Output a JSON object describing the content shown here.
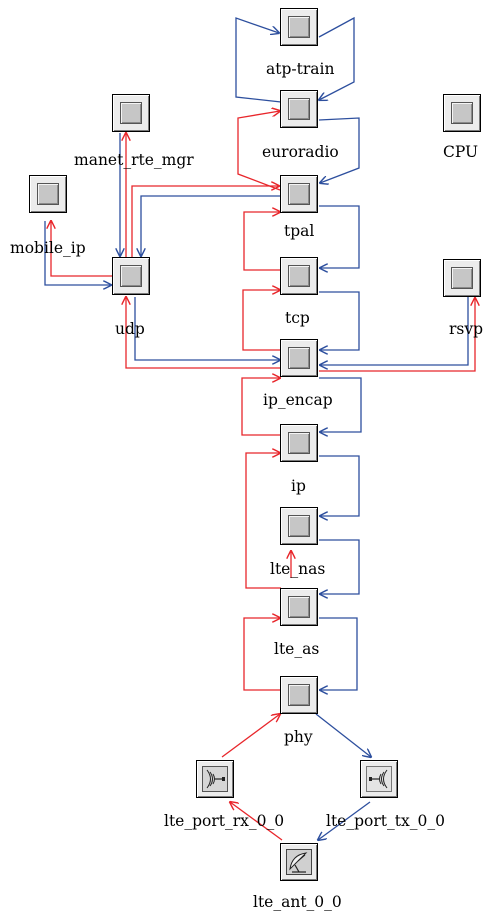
{
  "diagram": {
    "colors": {
      "uplink": "#e8262b",
      "downlink": "#2d4f9e"
    },
    "nodes": {
      "atp_train": "atp-train",
      "euroradio": "euroradio",
      "cpu": "CPU",
      "manet_rte_mgr": "manet_rte_mgr",
      "mobile_ip": "mobile_ip",
      "tpal": "tpal",
      "udp": "udp",
      "tcp": "tcp",
      "rsvp": "rsvp",
      "ip_encap": "ip_encap",
      "ip": "ip",
      "lte_nas": "lte_nas",
      "lte_as": "lte_as",
      "phy": "phy",
      "lte_port_rx_0_0": "lte_port_rx_0_0",
      "lte_port_tx_0_0": "lte_port_tx_0_0",
      "lte_ant_0_0": "lte_ant_0_0"
    },
    "icons": {
      "module": "processor-module-icon",
      "rx_port": "receiver-port-icon",
      "tx_port": "transmitter-port-icon",
      "antenna": "antenna-dish-icon"
    }
  }
}
